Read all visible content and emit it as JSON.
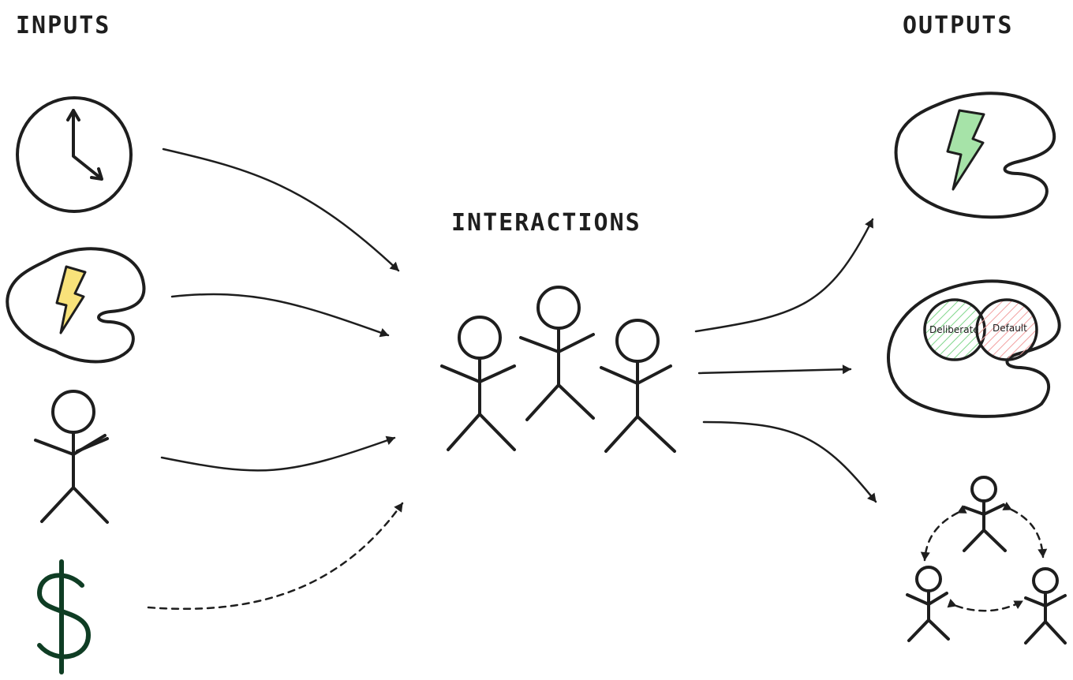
{
  "headers": {
    "inputs": "INPUTS",
    "interactions": "INTERACTIONS",
    "outputs": "OUTPUTS"
  },
  "venn": {
    "left_label": "Deliberate",
    "right_label": "Default"
  },
  "icons": {
    "inputs": [
      "clock-icon",
      "brain-lightning-icon",
      "person-icon",
      "dollar-icon"
    ],
    "interactions": "people-group-icon",
    "outputs": [
      "brain-lightning-icon",
      "brain-venn-icon",
      "people-network-icon"
    ]
  },
  "colors": {
    "ink": "#1e1e1e",
    "lightning_input": "#f8e27a",
    "lightning_output": "#a6e3a8",
    "venn_deliberate": "#7fd68a",
    "venn_default": "#f2a0a0",
    "dollar": "#0f3d24"
  }
}
